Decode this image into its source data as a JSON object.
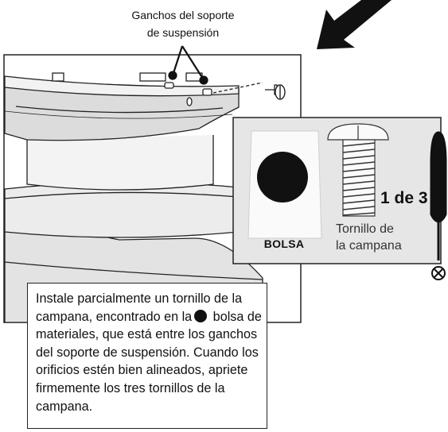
{
  "callout": {
    "line1": "Ganchos del soporte",
    "line2": "de suspensión"
  },
  "inset": {
    "bag_label": "BOLSA",
    "count": "1 de 3",
    "screw_line1": "Tornillo de",
    "screw_line2": "la campana"
  },
  "instructions": {
    "part1": "Instale parcialmente un tornillo de la campana, encontrado en la",
    "bag_icon": "black-circle-icon",
    "part2": " bolsa de materiales, que está entre los ganchos del soporte de suspensión. Cuando los orificios estén bien alineados, apriete firmemente los tres tornillos de la campana."
  },
  "colors": {
    "line": "#1a1a1a",
    "inset_bg": "#e6e6e6",
    "metal_light": "#f2f2f2",
    "metal_mid": "#dadada"
  }
}
